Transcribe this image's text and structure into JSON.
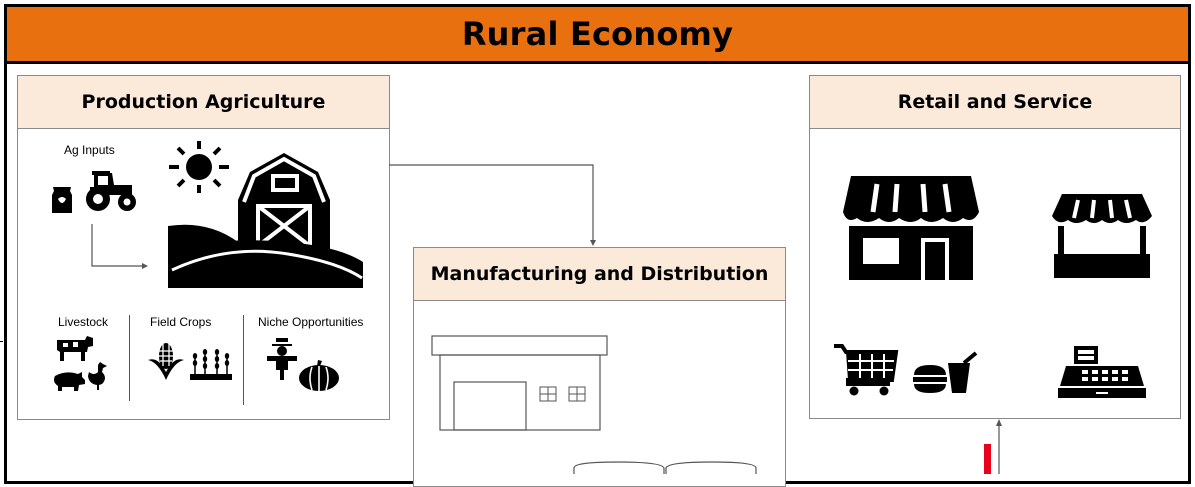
{
  "title": "Rural Economy",
  "production": {
    "heading": "Production Agriculture",
    "ag_inputs": "Ag Inputs",
    "categories": [
      "Livestock",
      "Field Crops",
      "Niche Opportunities"
    ]
  },
  "manufacturing": {
    "heading": "Manufacturing and Distribution"
  },
  "retail": {
    "heading": "Retail and Service"
  },
  "colors": {
    "accent": "#e8700f",
    "panel_header": "#fbe9da",
    "marker": "#e8001c"
  },
  "icons": [
    "feed-bag-icon",
    "tractor-icon",
    "sun-icon",
    "barn-icon",
    "cow-icon",
    "pig-icon",
    "chicken-icon",
    "corn-icon",
    "wheat-icon",
    "scarecrow-icon",
    "pumpkin-icon",
    "warehouse-icon",
    "storefront-icon",
    "market-stall-icon",
    "shopping-cart-icon",
    "fast-food-icon",
    "cash-register-icon"
  ]
}
